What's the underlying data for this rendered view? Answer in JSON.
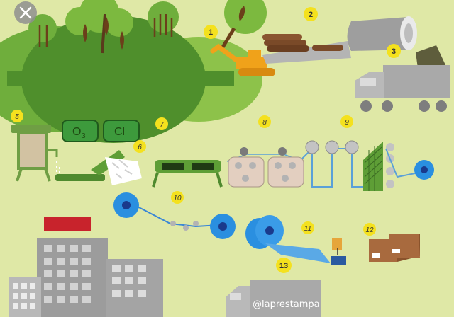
{
  "steps": {
    "s1": "1",
    "s2": "2",
    "s3": "3",
    "s5": "5",
    "s6": "6",
    "s7": "7",
    "s8": "8",
    "s9": "9",
    "s10": "10",
    "s11": "11",
    "s12": "12",
    "s13": "13"
  },
  "chemicals": {
    "ozone_main": "O",
    "ozone_sub": "3",
    "chlorine": "Cl"
  },
  "watermark": "@laprestampa",
  "controls": {
    "close_icon": "close-icon"
  },
  "colors": {
    "background": "#dfe8a6",
    "badge": "#f4e11e",
    "hills": "#5e9e36",
    "roll_blue": "#2a8fe0",
    "truck_gray": "#aaaaaa",
    "building_gray": "#9c9c9c",
    "roof_red": "#c8232c",
    "box_brown": "#a86a3e"
  }
}
